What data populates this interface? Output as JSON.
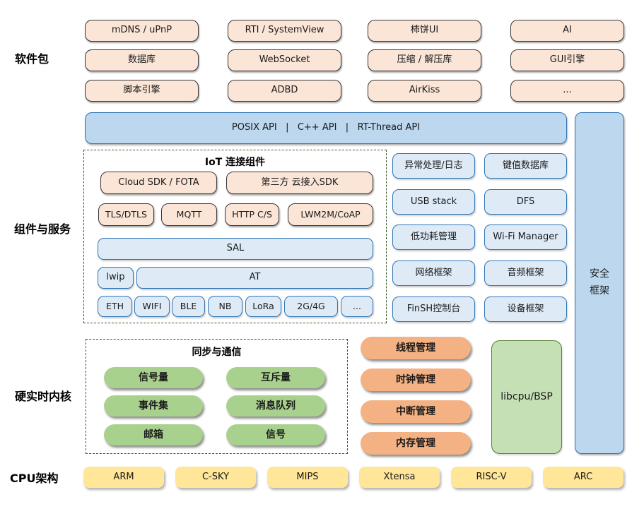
{
  "side_labels": {
    "software_packages": "软件包",
    "components_services": "组件与服务",
    "realtime_kernel": "硬实时内核",
    "cpu_arch": "CPU架构"
  },
  "software_packages": {
    "row1": [
      "mDNS / uPnP",
      "RTI / SystemView",
      "柿饼UI",
      "AI"
    ],
    "row2": [
      "数据库",
      "WebSocket",
      "压缩 / 解压库",
      "GUI引擎"
    ],
    "row3": [
      "脚本引擎",
      "ADBD",
      "AirKiss",
      "..."
    ]
  },
  "api_bar": {
    "label": "POSIX API   |   C++ API   |   RT-Thread API"
  },
  "security_framework": {
    "label": "安全\n框架"
  },
  "iot_components": {
    "title": "IoT 连接组件",
    "cloud_sdk": "Cloud SDK / FOTA",
    "third_party_sdk": "第三方 云接入SDK",
    "protocols": [
      "TLS/DTLS",
      "MQTT",
      "HTTP C/S",
      "LWM2M/CoAP"
    ],
    "sal": "SAL",
    "lwip": "lwip",
    "at": "AT",
    "links": [
      "ETH",
      "WIFI",
      "BLE",
      "NB",
      "LoRa",
      "2G/4G",
      "..."
    ]
  },
  "services": {
    "col1": [
      "异常处理/日志",
      "USB stack",
      "低功耗管理",
      "网络框架",
      "FinSH控制台"
    ],
    "col2": [
      "键值数据库",
      "DFS",
      "Wi-Fi Manager",
      "音频框架",
      "设备框架"
    ]
  },
  "sync_comm": {
    "title": "同步与通信",
    "col1": [
      "信号量",
      "事件集",
      "邮箱"
    ],
    "col2": [
      "互斥量",
      "消息队列",
      "信号"
    ]
  },
  "kernel_mgmt": [
    "线程管理",
    "时钟管理",
    "中断管理",
    "内存管理"
  ],
  "libcpu": {
    "label": "libcpu/BSP"
  },
  "cpu_archs": [
    "ARM",
    "C-SKY",
    "MIPS",
    "Xtensa",
    "RISC-V",
    "ARC"
  ],
  "colors": {
    "peach_fill": "#FBE5D6",
    "peach_border": "#3B3838",
    "api_bar_fill": "#BDD7EE",
    "light_blue_fill": "#DEEBF7",
    "blue_border": "#2E75B6",
    "green_pill": "#A9D18E",
    "libcpu_fill": "#C5E0B4",
    "libcpu_border": "#538135",
    "orange_pill": "#F4B183",
    "yellow_fill": "#FFE699",
    "dash_border": "#375623"
  }
}
